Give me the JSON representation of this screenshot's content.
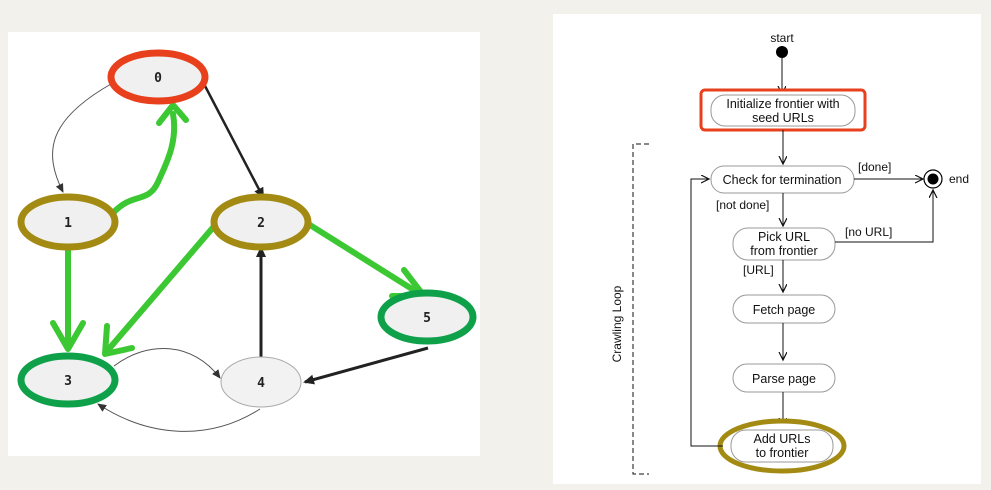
{
  "graph": {
    "nodes": [
      {
        "id": "0",
        "label": "0",
        "highlight": "red"
      },
      {
        "id": "1",
        "label": "1",
        "highlight": "olive"
      },
      {
        "id": "2",
        "label": "2",
        "highlight": "olive"
      },
      {
        "id": "3",
        "label": "3",
        "highlight": "green"
      },
      {
        "id": "4",
        "label": "4",
        "highlight": "none"
      },
      {
        "id": "5",
        "label": "5",
        "highlight": "green"
      }
    ],
    "edges": [
      {
        "from": "0",
        "to": "1",
        "style": "thin"
      },
      {
        "from": "0",
        "to": "2",
        "style": "dark"
      },
      {
        "from": "1",
        "to": "0",
        "style": "green"
      },
      {
        "from": "1",
        "to": "3",
        "style": "green"
      },
      {
        "from": "2",
        "to": "3",
        "style": "green"
      },
      {
        "from": "2",
        "to": "5",
        "style": "green"
      },
      {
        "from": "3",
        "to": "4",
        "style": "thin"
      },
      {
        "from": "4",
        "to": "3",
        "style": "thin"
      },
      {
        "from": "4",
        "to": "2",
        "style": "dark"
      },
      {
        "from": "5",
        "to": "4",
        "style": "dark"
      }
    ],
    "colors": {
      "red": "#e8401c",
      "olive": "#a38a12",
      "green": "#0fa04a",
      "green_arrow": "#3cc832"
    }
  },
  "flowchart": {
    "start": "start",
    "end": "end",
    "steps": {
      "init_line1": "Initialize frontier with",
      "init_line2": "seed URLs",
      "check": "Check for termination",
      "pick_line1": "Pick URL",
      "pick_line2": "from frontier",
      "fetch": "Fetch page",
      "parse": "Parse page",
      "add_line1": "Add URLs",
      "add_line2": "to frontier"
    },
    "guards": {
      "done": "[done]",
      "not_done": "[not done]",
      "no_url": "[no URL]",
      "url": "[URL]"
    },
    "loop_label": "Crawling Loop",
    "colors": {
      "red": "#e8401c",
      "olive": "#a38a12"
    }
  }
}
